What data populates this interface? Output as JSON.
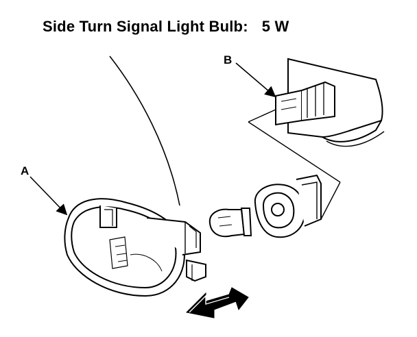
{
  "title": {
    "text": "Side Turn Signal Light Bulb:",
    "value": "5 W"
  },
  "callouts": {
    "a": "A",
    "b": "B"
  }
}
